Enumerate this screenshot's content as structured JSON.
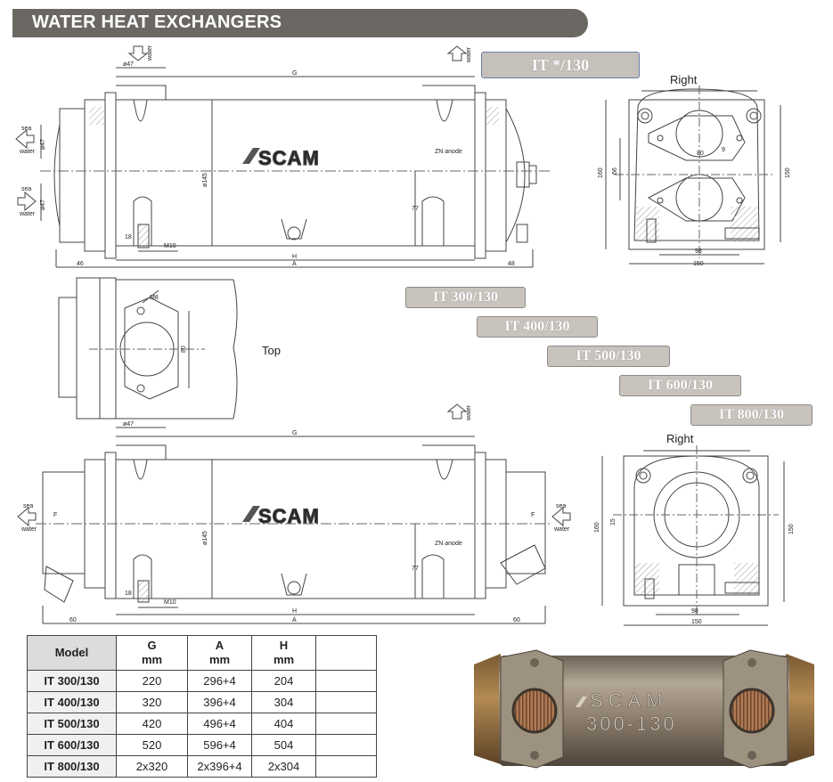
{
  "header": {
    "title": "WATER HEAT EXCHANGERS"
  },
  "main_tag": "IT */130",
  "model_tags": [
    "IT 300/130",
    "IT 400/130",
    "IT 500/130",
    "IT 600/130",
    "IT 800/130"
  ],
  "drawing_labels": {
    "right": "Right",
    "top": "Top",
    "sea": "sea",
    "water": "water",
    "water_up": "water",
    "brand": "SCAM",
    "zn_anode": "ZN anode",
    "phi47": "ø47",
    "phi145": "ø145",
    "g": "G",
    "h": "H",
    "a": "A",
    "m10": "M10",
    "m8": "M8",
    "f": "F",
    "d18": "18",
    "d46": "46",
    "d48": "48",
    "d60": "60",
    "d77": "77",
    "d80": "80",
    "d66": "66",
    "d98": "98",
    "d150": "150",
    "d160": "160",
    "d15": "15",
    "d9": "9"
  },
  "photo_text": {
    "brand": "SCAM",
    "model": "300-130"
  },
  "table": {
    "headers": [
      {
        "name": "Model",
        "unit": ""
      },
      {
        "name": "G",
        "unit": "mm"
      },
      {
        "name": "A",
        "unit": "mm"
      },
      {
        "name": "H",
        "unit": "mm"
      },
      {
        "name": "",
        "unit": ""
      }
    ],
    "rows": [
      [
        "IT 300/130",
        "220",
        "296+4",
        "204",
        ""
      ],
      [
        "IT 400/130",
        "320",
        "396+4",
        "304",
        ""
      ],
      [
        "IT 500/130",
        "420",
        "496+4",
        "404",
        ""
      ],
      [
        "IT 600/130",
        "520",
        "596+4",
        "504",
        ""
      ],
      [
        "IT 800/130",
        "2x320",
        "2x396+4",
        "2x304",
        ""
      ]
    ]
  },
  "colors": {
    "header_bg": "#6b6864",
    "tag_bg": "#c8c3bc",
    "photo_metal": "#8f8170"
  }
}
